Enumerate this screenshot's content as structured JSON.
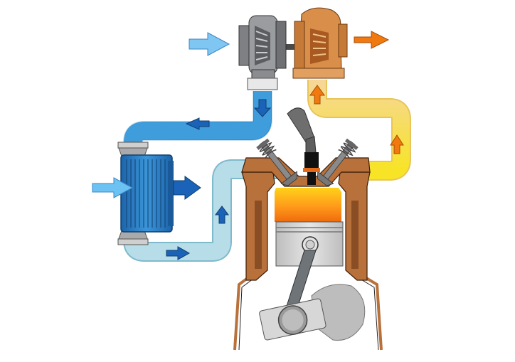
{
  "diagram": {
    "labels": [],
    "components": [
      {
        "name": "turbocharger",
        "parts": [
          "compressor",
          "turbine"
        ]
      },
      {
        "name": "intercooler"
      },
      {
        "name": "engine-cylinder",
        "parts": [
          "intake-valve",
          "exhaust-valve",
          "fuel-injector",
          "piston",
          "connecting-rod",
          "crankshaft"
        ]
      }
    ],
    "flows": [
      {
        "name": "fresh-air-intake",
        "color": "#5aaeea"
      },
      {
        "name": "compressed-hot-air",
        "color": "#2e8fd6"
      },
      {
        "name": "cooled-charge-air",
        "color": "#b7dde8"
      },
      {
        "name": "cooling-air-in",
        "color": "#6cc2f2"
      },
      {
        "name": "cooling-air-out",
        "color": "#1a63b8"
      },
      {
        "name": "exhaust-gas",
        "color": "#f0d420"
      },
      {
        "name": "exhaust-out",
        "color": "#f07a10"
      }
    ],
    "colors": {
      "compressor_gray": "#8e9094",
      "turbine_orange": "#d98e4a",
      "engine_block": "#b9713c",
      "intercooler_blue": "#2a7fc7",
      "combustion": "#ff9a1a",
      "piston_gray": "#d4d4d4"
    },
    "icons": [
      "arrow-right-icon",
      "arrow-down-icon",
      "arrow-left-icon",
      "arrow-up-icon"
    ]
  }
}
